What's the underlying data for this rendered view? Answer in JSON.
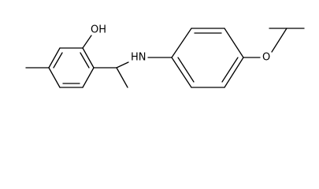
{
  "structure": {
    "atom_labels": {
      "hydroxyl": "OH",
      "amine": "HN",
      "ether_oxygen": "O"
    },
    "bond_color": "#000000",
    "label_color": "#000000",
    "background": "#ffffff"
  }
}
